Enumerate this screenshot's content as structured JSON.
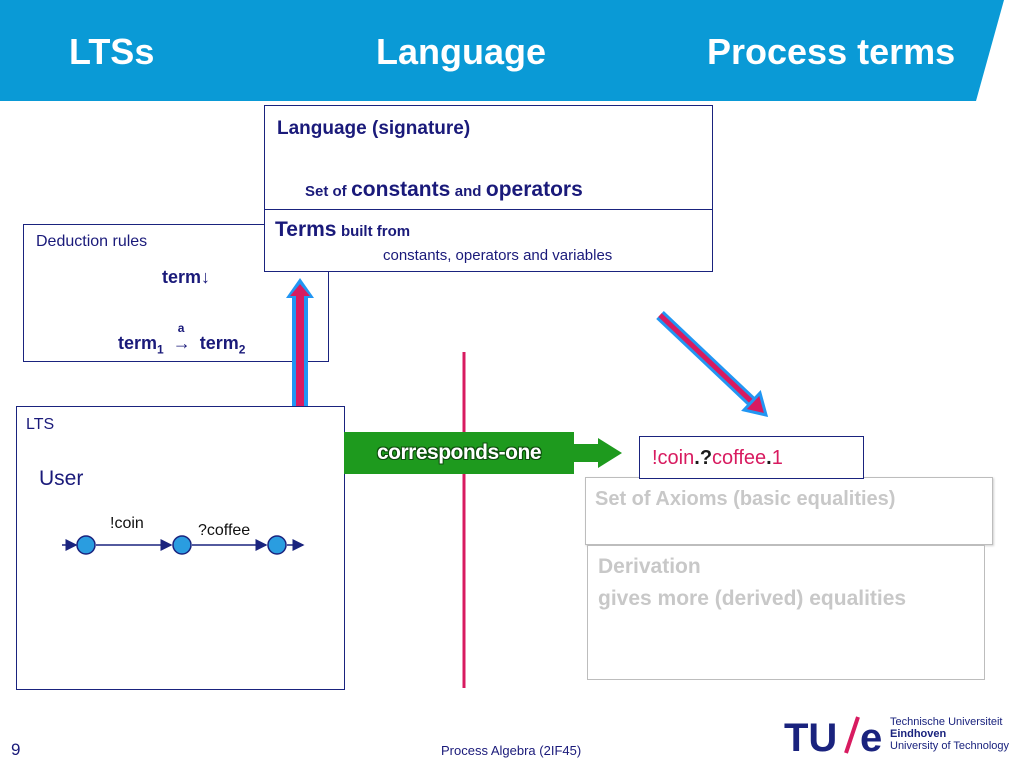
{
  "header": {
    "col1": "LTSs",
    "col2": "Language",
    "col3": "Process terms",
    "bg_color": "#0a9ad6"
  },
  "signature_box": {
    "title": "Language (signature)",
    "line_set_of": "Set of",
    "line_constants": "constants",
    "line_and": "and",
    "line_operators": "operators",
    "terms_label": "Terms",
    "built_from": "built from",
    "terms_detail": "constants, operators and variables"
  },
  "deduction_box": {
    "title": "Deduction rules",
    "term_down": "term↓",
    "term1": "term",
    "sub1": "1",
    "arrow_label": "a",
    "arrow": "→",
    "term2": "term",
    "sub2": "2"
  },
  "lts_box": {
    "title": "LTS",
    "process_name": "User",
    "edge1": "!coin",
    "edge2": "?coffee"
  },
  "banner": {
    "label": "corresponds-one"
  },
  "process_term": {
    "part1": "!coin",
    "dot1": ".",
    "part2": "?",
    "part3": "coffee",
    "dot2": ".",
    "part4": "1"
  },
  "axioms_box": {
    "title": "Set of Axioms (basic equalities)"
  },
  "derivation_box": {
    "line1": "Derivation",
    "line2": "gives more (derived) equalities"
  },
  "footer": {
    "page_number": "9",
    "course": "Process Algebra (2IF45)",
    "logo_mark": "TU/e",
    "logo_line1": "Technische Universiteit",
    "logo_line2": "Eindhoven",
    "logo_line3": "University of Technology"
  },
  "colors": {
    "accent_red": "#d81b60",
    "arrow_blue": "#2196f3",
    "navy": "#1a1a7a",
    "green": "#1e9a1e"
  }
}
